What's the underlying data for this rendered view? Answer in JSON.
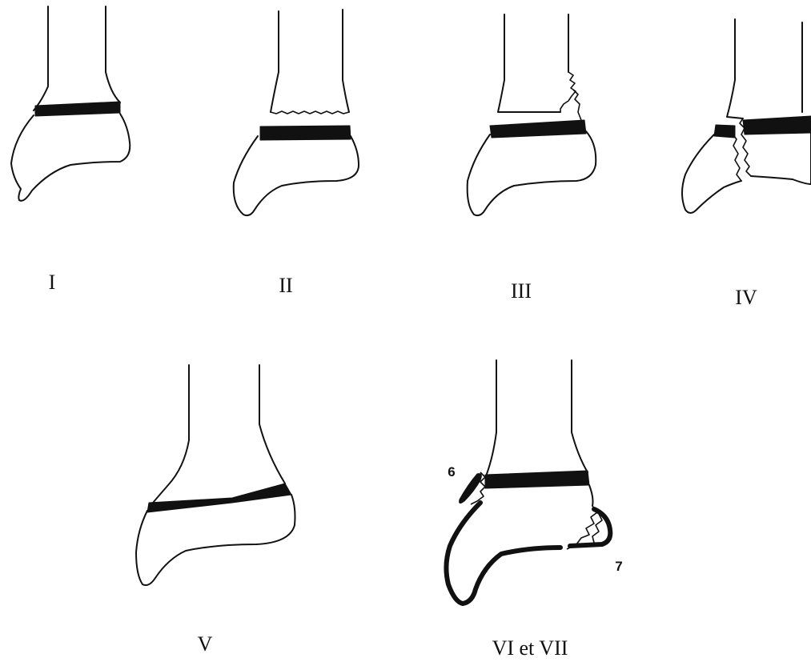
{
  "figure": {
    "panels": [
      {
        "id": "I",
        "label": "I"
      },
      {
        "id": "II",
        "label": "II"
      },
      {
        "id": "III",
        "label": "III"
      },
      {
        "id": "IV",
        "label": "IV"
      },
      {
        "id": "V",
        "label": "V"
      },
      {
        "id": "VI-VII",
        "label": "VI et VII"
      }
    ],
    "fragment_labels": {
      "six": "6",
      "seven": "7"
    },
    "colors": {
      "ink": "#111111",
      "background": "#ffffff"
    }
  }
}
